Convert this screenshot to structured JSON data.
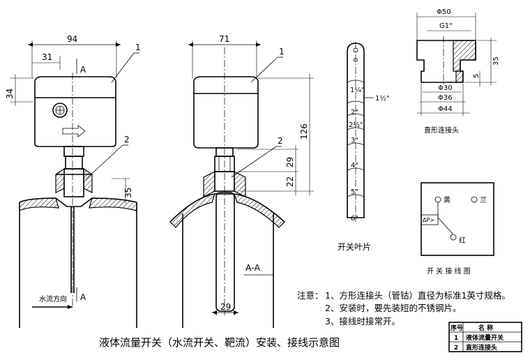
{
  "title": "液体流量开关（水流开关、靶流）安装、接线示意图",
  "views": {
    "front": {
      "dim_width": "94",
      "dim_offset": "31",
      "dim_height": "34",
      "dim_pipe": "35",
      "section_mark": "A",
      "callout_1": "1",
      "callout_2": "2",
      "flow_label": "水流方向"
    },
    "side": {
      "dim_width": "71",
      "dim_total": "126",
      "dim_29": "29",
      "dim_22": "22",
      "dim_bottom": "29",
      "callout_1": "1",
      "callout_2": "2",
      "section_label": "A-A"
    },
    "blade": {
      "label": "开关叶片",
      "marks": [
        "1¼\"",
        "1½\"",
        "2\"",
        "2½\"",
        "3\"",
        "4\"",
        "5\"",
        "6\""
      ]
    },
    "connector": {
      "label": "直形连接头",
      "dim_d50": "Φ50",
      "dim_g1": "G1\"",
      "dim_35": "35",
      "dim_5": "5",
      "dim_d30": "Φ30",
      "dim_d36": "Φ36",
      "dim_d44": "Φ44"
    },
    "wiring": {
      "label": "开 关 接 线 图",
      "term_yellow": "黄",
      "term_blue": "兰",
      "term_red": "红",
      "dp_label": "ΔP>"
    }
  },
  "notes": {
    "prefix": "注意：",
    "items": [
      "1、方形连接头（管钴）直径为标准1英寸规格。",
      "2、安装时，要先装短的不锈钢片。",
      "3、接线时接常开。"
    ]
  },
  "parts_table": {
    "headers": [
      "序号",
      "名  称"
    ],
    "rows": [
      [
        "1",
        "液体流量开关"
      ],
      [
        "2",
        "直形连接头"
      ]
    ]
  }
}
